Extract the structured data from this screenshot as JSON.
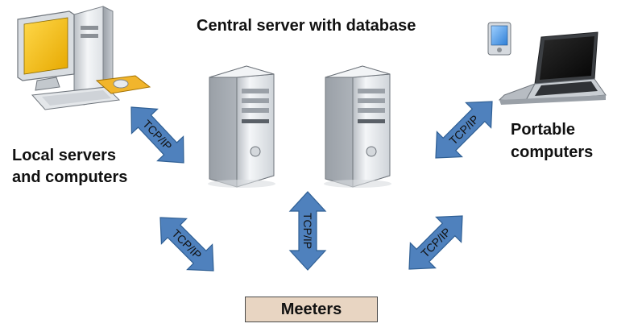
{
  "title": "Central server with database",
  "labels": {
    "local_line1": "Local servers",
    "local_line2": "and computers",
    "portable_line1": "Portable",
    "portable_line2": "computers"
  },
  "meeters": "Meeters",
  "arrows": [
    "TCP/IP",
    "TCP/IP",
    "TCP/IP",
    "TCP/IP",
    "TCP/IP"
  ],
  "colors": {
    "arrow_fill": "#4f81bd",
    "arrow_stroke": "#2f5f94",
    "meeters_fill": "#e8d5c2",
    "monitor_screen": "#f3c21b",
    "server_body": "#e6e9ec"
  },
  "icons": [
    "desktop-computer-icon",
    "server-tower-icon",
    "server-tower-icon",
    "pda-icon",
    "laptop-icon"
  ]
}
